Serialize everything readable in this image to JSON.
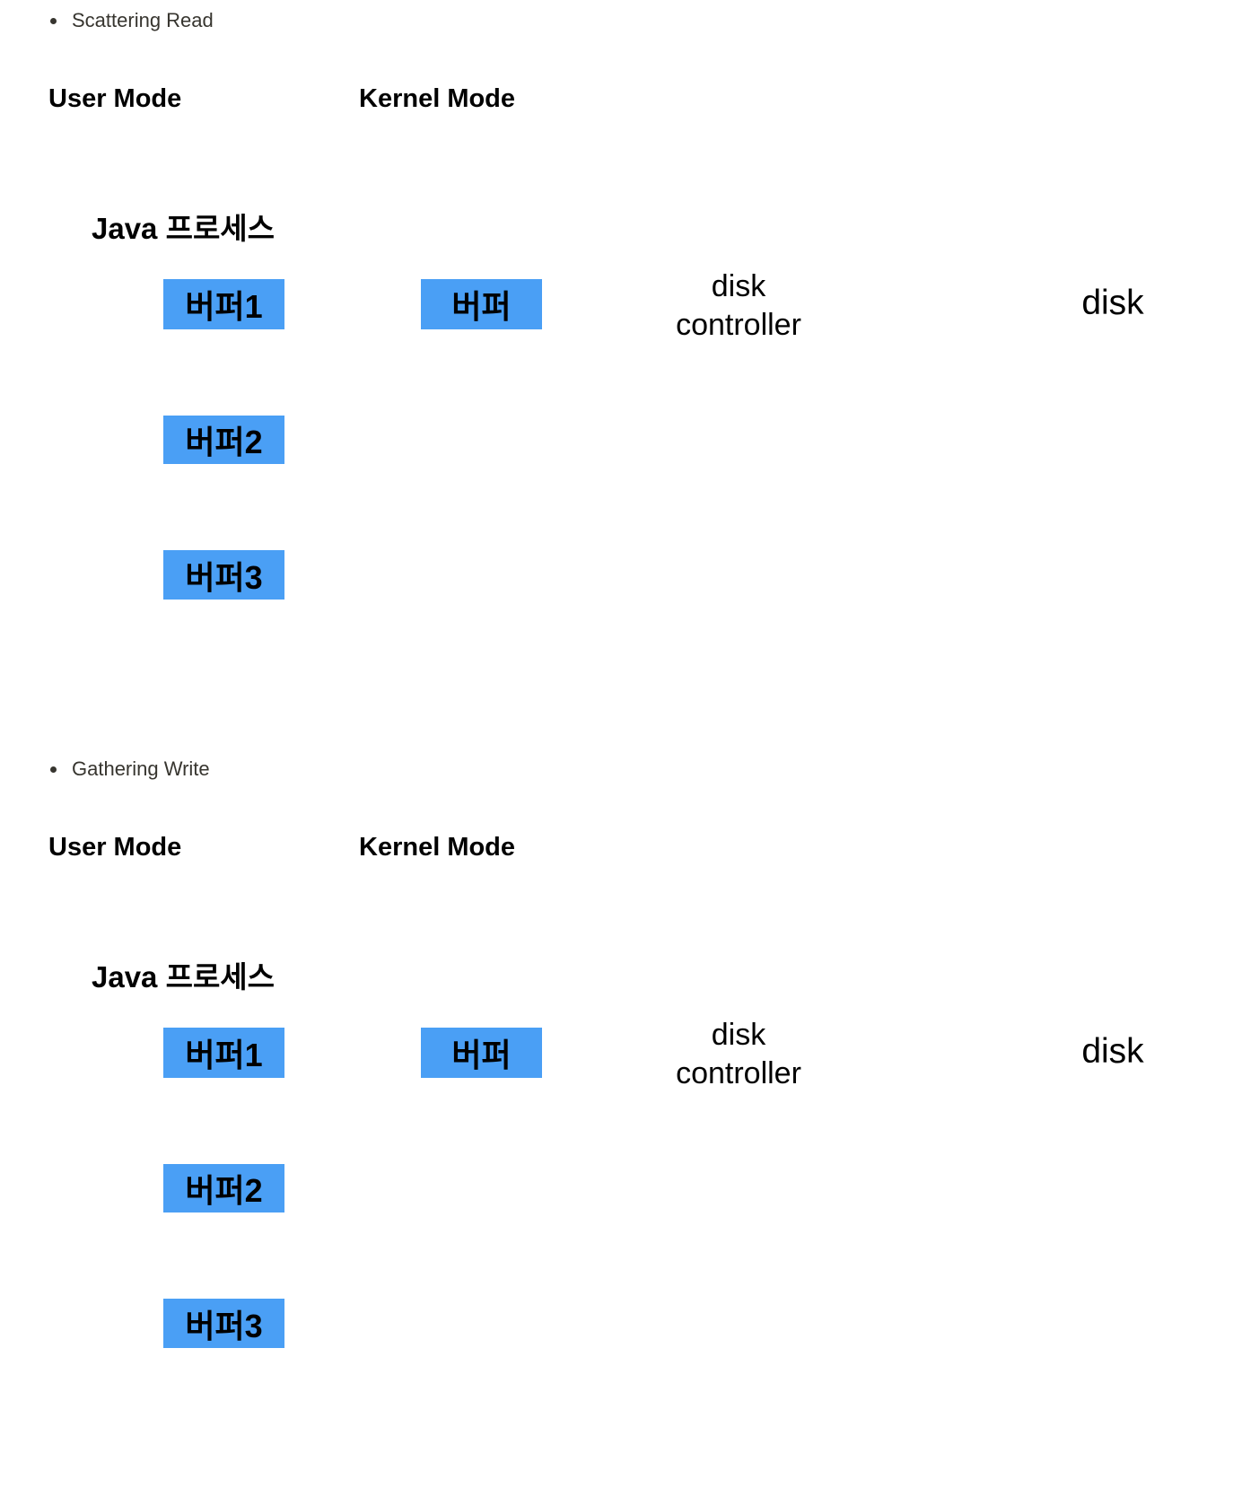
{
  "sections": [
    {
      "title": "Scattering Read",
      "user_mode": "User Mode",
      "kernel_mode": "Kernel Mode",
      "process": "Java 프로세스",
      "user_buffers": [
        "버퍼1",
        "버퍼2",
        "버퍼3"
      ],
      "kernel_buffer": "버퍼",
      "controller_line1": "disk",
      "controller_line2": "controller",
      "disk": "disk"
    },
    {
      "title": "Gathering Write",
      "user_mode": "User Mode",
      "kernel_mode": "Kernel Mode",
      "process": "Java 프로세스",
      "user_buffers": [
        "버퍼1",
        "버퍼2",
        "버퍼3"
      ],
      "kernel_buffer": "버퍼",
      "controller_line1": "disk",
      "controller_line2": "controller",
      "disk": "disk"
    }
  ],
  "colors": {
    "buffer": "#4a9ff5",
    "bullet_text": "#37352f"
  }
}
